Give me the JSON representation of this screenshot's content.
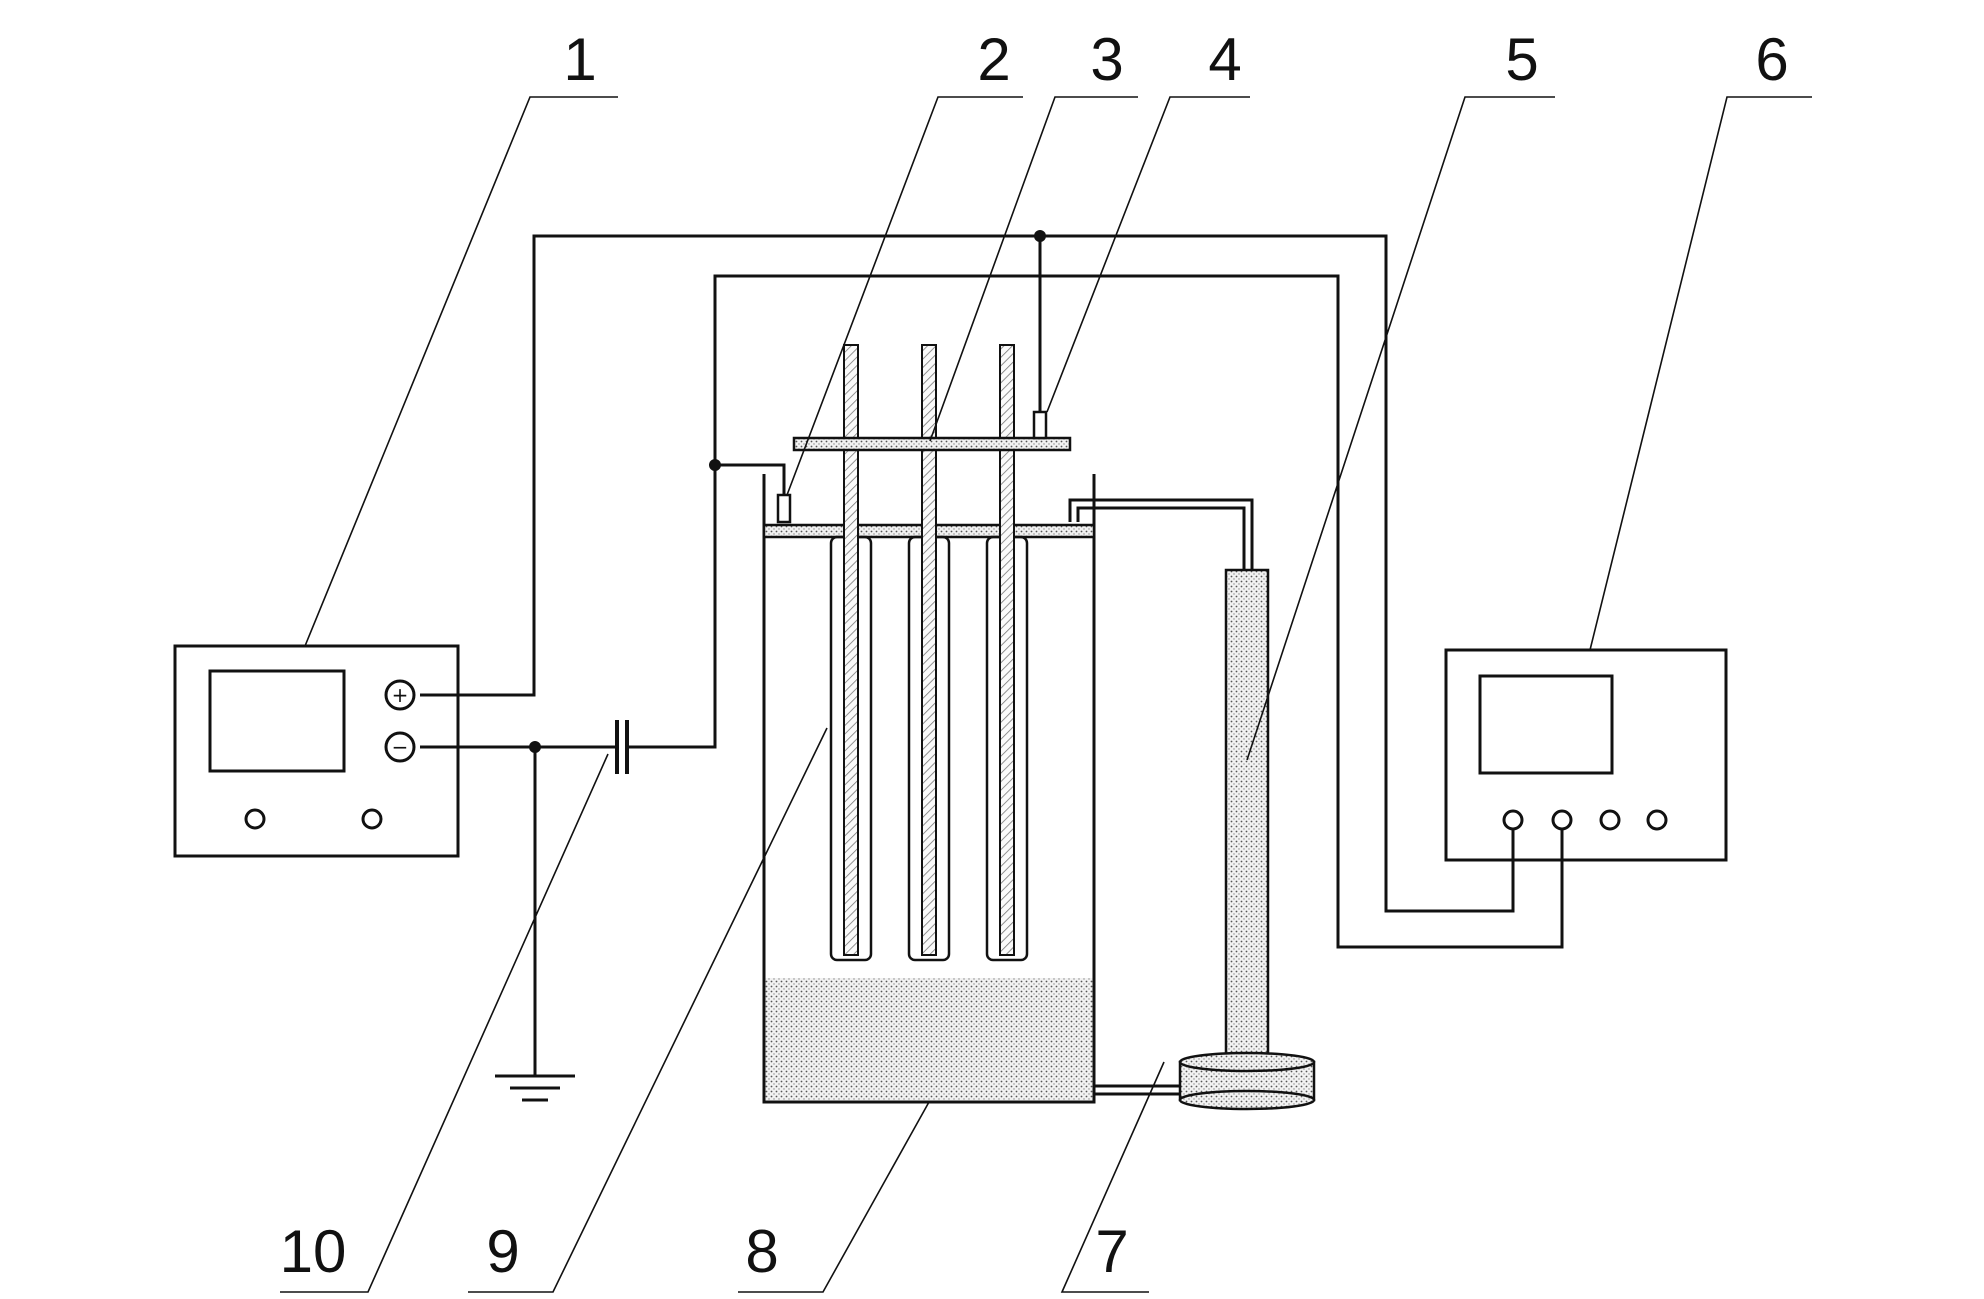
{
  "labels": {
    "l1": "1",
    "l2": "2",
    "l3": "3",
    "l4": "4",
    "l5": "5",
    "l6": "6",
    "l7": "7",
    "l8": "8",
    "l9": "9",
    "l10": "10"
  },
  "terminals": {
    "plus": "+",
    "minus": "−"
  },
  "colors": {
    "line": "#111111",
    "background": "#ffffff"
  }
}
